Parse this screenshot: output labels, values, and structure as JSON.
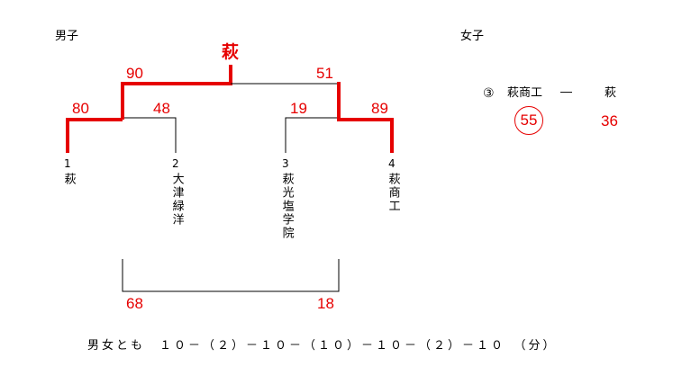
{
  "boys": {
    "title": "男子",
    "champion": "萩",
    "final": {
      "left_score": "90",
      "right_score": "51"
    },
    "semis": [
      {
        "left_score": "80",
        "right_score": "48"
      },
      {
        "left_score": "19",
        "right_score": "89"
      }
    ],
    "teams": [
      {
        "seed": "1",
        "name": "萩"
      },
      {
        "seed": "2",
        "name": "大津緑洋"
      },
      {
        "seed": "3",
        "name": "萩光塩学院"
      },
      {
        "seed": "4",
        "name": "萩商工"
      }
    ],
    "third_place": {
      "left_score": "68",
      "right_score": "18"
    }
  },
  "girls": {
    "title": "女子",
    "match_no": "③",
    "team_a": "萩商工",
    "dash": "―",
    "team_b": "萩",
    "score_a": "55",
    "score_b": "36"
  },
  "footer": "男女とも　１０－（２）－１０－（１０）－１０－（２）－１０　（分）",
  "colors": {
    "win_line": "#e60000",
    "lose_line": "#000000",
    "score": "#e60000"
  }
}
